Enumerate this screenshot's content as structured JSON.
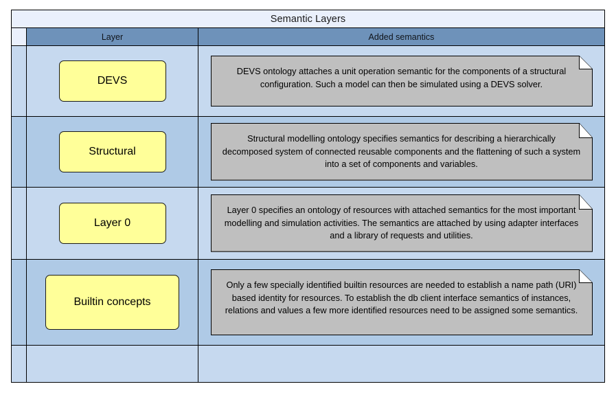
{
  "diagram": {
    "title": "Semantic Layers",
    "columns": {
      "layer": "Layer",
      "added_semantics": "Added semantics"
    },
    "rows": [
      {
        "layer": "DEVS",
        "semantics": "DEVS ontology attaches a unit operation semantic for the components of a structural configuration. Such a model can then be simulated using a DEVS solver."
      },
      {
        "layer": "Structural",
        "semantics": "Structural modelling ontology specifies semantics for describing a hierarchically decomposed system of connected reusable components and the flattening of such a system into a set of components and variables."
      },
      {
        "layer": "Layer 0",
        "semantics": "Layer 0 specifies an ontology of resources with attached semantics for the most important modelling and simulation activities. The semantics are attached by using adapter interfaces and a library of requests and utilities."
      },
      {
        "layer": "Builtin concepts",
        "semantics": "Only a few specially identified builtin resources are needed to establish a name path (URI) based identity for resources. To establish the db client interface semantics of instances, relations and values a few more identified resources need to be assigned some semantics."
      },
      {
        "layer": "",
        "semantics": ""
      }
    ],
    "colors": {
      "title_background": "#eaf0fc",
      "header_background": "#6e92ba",
      "row_shade_light": "#c6d9ef",
      "row_shade_dark": "#afcae6",
      "layer_box_fill": "#ffff99",
      "note_fill": "#bfbfbf",
      "border": "#000000"
    }
  }
}
